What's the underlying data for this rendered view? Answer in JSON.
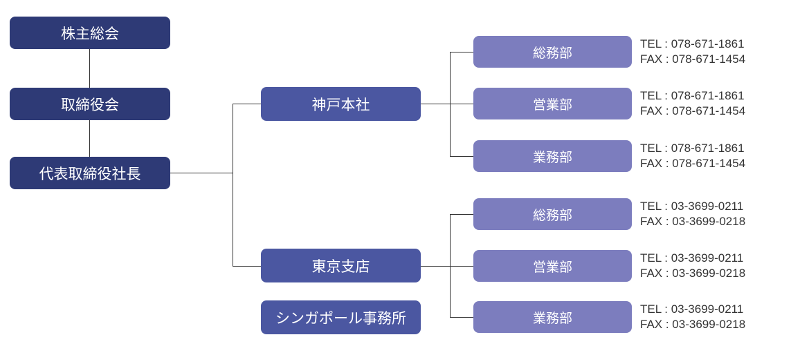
{
  "colors": {
    "governance_box": "#2e3a76",
    "office_box": "#4b57a1",
    "department_box": "#7c7dbe",
    "box_text": "#ffffff",
    "contact_text": "#333333",
    "connector_line": "#333333",
    "background": "#ffffff"
  },
  "governance": [
    {
      "label": "株主総会"
    },
    {
      "label": "取締役会"
    },
    {
      "label": "代表取締役社長"
    }
  ],
  "offices": [
    {
      "label": "神戸本社",
      "departments": [
        {
          "label": "総務部",
          "tel": "TEL : 078-671-1861",
          "fax": "FAX : 078-671-1454"
        },
        {
          "label": "営業部",
          "tel": "TEL : 078-671-1861",
          "fax": "FAX : 078-671-1454"
        },
        {
          "label": "業務部",
          "tel": "TEL : 078-671-1861",
          "fax": "FAX : 078-671-1454"
        }
      ]
    },
    {
      "label": "東京支店",
      "departments": [
        {
          "label": "総務部",
          "tel": "TEL : 03-3699-0211",
          "fax": "FAX : 03-3699-0218"
        },
        {
          "label": "営業部",
          "tel": "TEL : 03-3699-0211",
          "fax": "FAX : 03-3699-0218"
        },
        {
          "label": "業務部",
          "tel": "TEL : 03-3699-0211",
          "fax": "FAX : 03-3699-0218"
        }
      ]
    },
    {
      "label": "シンガポール事務所",
      "departments": []
    }
  ]
}
